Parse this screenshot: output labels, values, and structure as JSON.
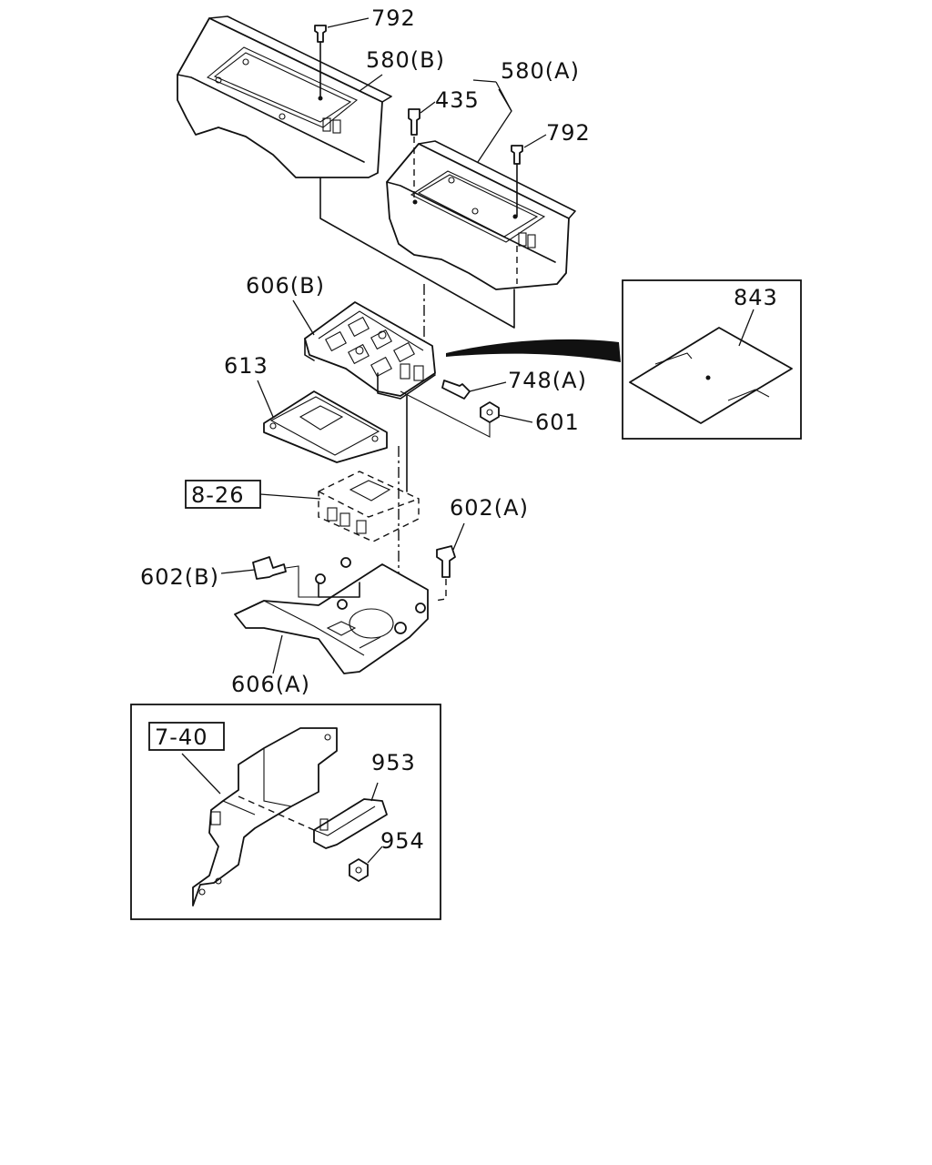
{
  "labels": {
    "p792_top": "792",
    "p580b": "580(B)",
    "p580a": "580(A)",
    "p435": "435",
    "p792_right": "792",
    "p606b": "606(B)",
    "p843": "843",
    "p613": "613",
    "p748a": "748(A)",
    "p601": "601",
    "p826": "8-26",
    "p602a": "602(A)",
    "p602b": "602(B)",
    "p606a": "606(A)",
    "p740": "7-40",
    "p953": "953",
    "p954": "954"
  }
}
